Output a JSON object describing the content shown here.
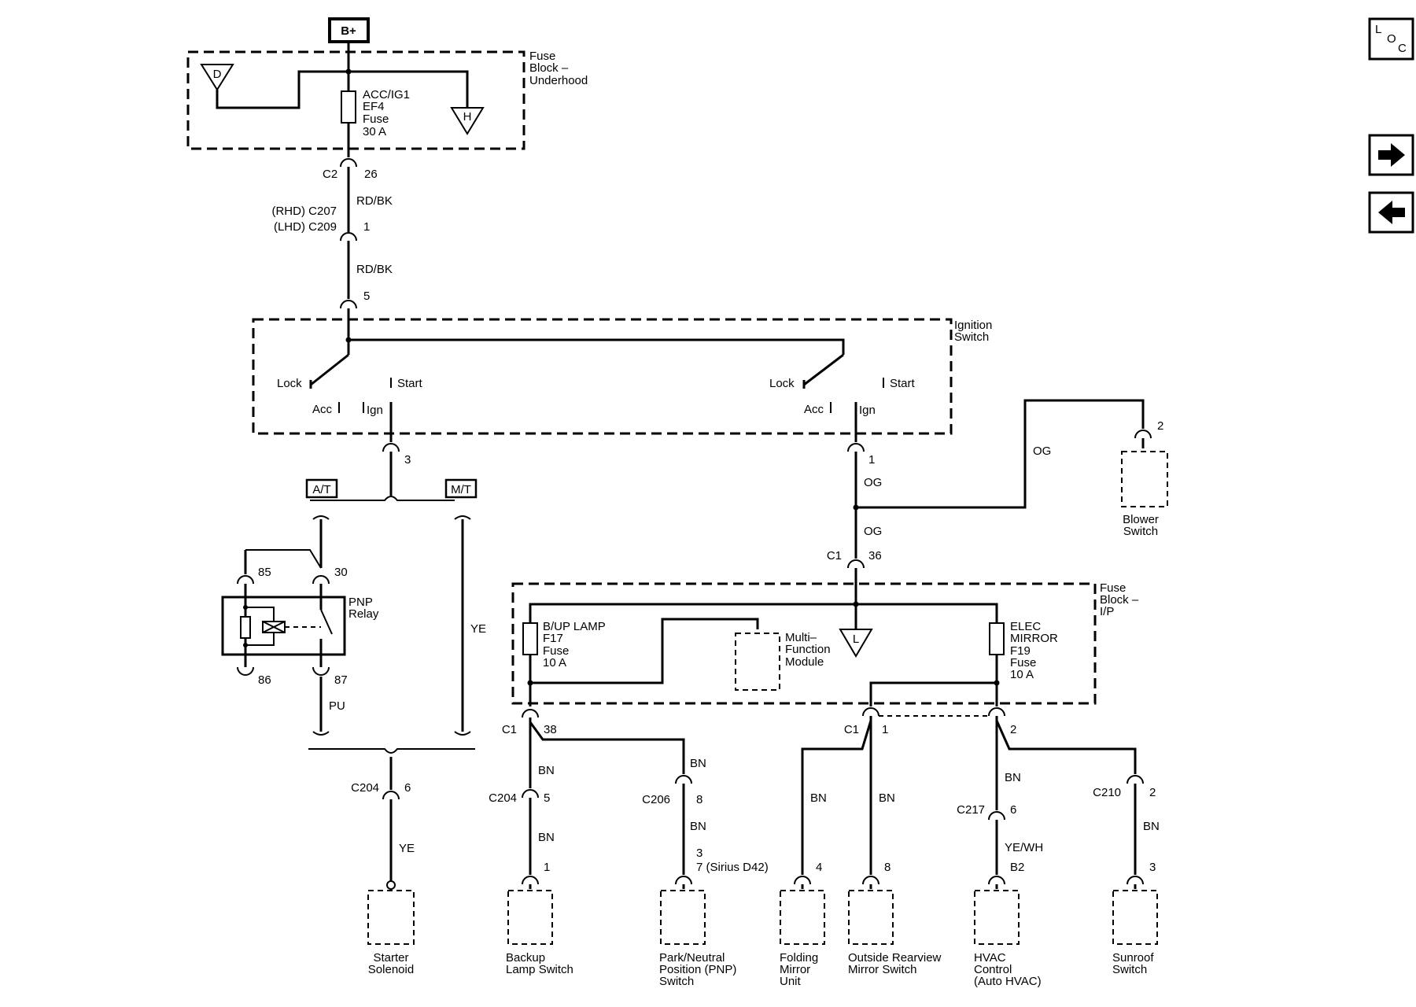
{
  "power_source": "B+",
  "fuse_block_underhood": {
    "title": [
      "Fuse",
      "Block –",
      "Underhood"
    ],
    "ground_d": "D",
    "ground_h": "H",
    "fuse": [
      "ACC/IG1",
      "EF4",
      "Fuse",
      "30 A"
    ]
  },
  "feed": {
    "c2_label": "C2",
    "c2_pin": "26",
    "wire1": "RD/BK",
    "rhd_label": "(RHD) C207",
    "lhd_label": "(LHD) C209",
    "inline_pin": "1",
    "wire2": "RD/BK",
    "switch_pin": "5"
  },
  "ignition_switch": {
    "title": [
      "Ignition",
      "Switch"
    ],
    "lock": "Lock",
    "start": "Start",
    "acc": "Acc",
    "ign": "Ign",
    "left_pin": "3",
    "right_pin": "1"
  },
  "trans": {
    "at": "A/T",
    "mt": "M/T",
    "mt_wire": "YE"
  },
  "pnp_relay": {
    "title": [
      "PNP",
      "Relay"
    ],
    "p85": "85",
    "p30": "30",
    "p86": "86",
    "p87": "87",
    "wire_87": "PU"
  },
  "starter": {
    "conn": "C204",
    "pin": "6",
    "wire": "YE",
    "name": [
      "Starter",
      "Solenoid"
    ]
  },
  "og": {
    "wire_a": "OG",
    "wire_b": "OG",
    "wire_blower": "OG",
    "c1": "C1",
    "c1_pin": "36",
    "blower_pin": "2",
    "blower_name": [
      "Blower",
      "Switch"
    ]
  },
  "fuse_block_ip": {
    "title": [
      "Fuse",
      "Block –",
      "I/P"
    ],
    "bup_fuse": [
      "B/UP LAMP",
      "F17",
      "Fuse",
      "10 A"
    ],
    "mfm": [
      "Multi–",
      "Function",
      "Module"
    ],
    "ground_l": "L",
    "mirror_fuse": [
      "ELEC",
      "MIRROR",
      "F19",
      "Fuse",
      "10 A"
    ]
  },
  "backup": {
    "c1": "C1",
    "c1_pin": "38",
    "wire1": "BN",
    "c204": "C204",
    "c204_pin": "5",
    "wire2": "BN",
    "comp_pin": "1",
    "name": [
      "Backup",
      "Lamp Switch"
    ]
  },
  "pnp_switch": {
    "wire1": "BN",
    "conn": "C206",
    "pin": "8",
    "wire2": "BN",
    "pin3": "3",
    "pin_sirius": "7 (Sirius D42)",
    "name": [
      "Park/Neutral",
      "Position (PNP)",
      "Switch"
    ]
  },
  "mirror": {
    "c1": "C1",
    "pin1": "1",
    "pin2": "2",
    "folding_wire": "BN",
    "folding_pin": "4",
    "folding_name": [
      "Folding",
      "Mirror",
      "Unit"
    ],
    "orv_wire": "BN",
    "orv_pin": "8",
    "orv_name": [
      "Outside Rearview",
      "Mirror Switch"
    ],
    "hvac_wire1": "BN",
    "c217": "C217",
    "c217_pin": "6",
    "hvac_wire2": "YE/WH",
    "hvac_pin": "B2",
    "hvac_name": [
      "HVAC",
      "Control",
      "(Auto HVAC)"
    ],
    "sun_conn": "C210",
    "sun_pin": "2",
    "sun_wire": "BN",
    "sun_comp_pin": "3",
    "sun_name": [
      "Sunroof",
      "Switch"
    ]
  },
  "nav": {
    "loc": [
      "L",
      "O",
      "C"
    ]
  }
}
